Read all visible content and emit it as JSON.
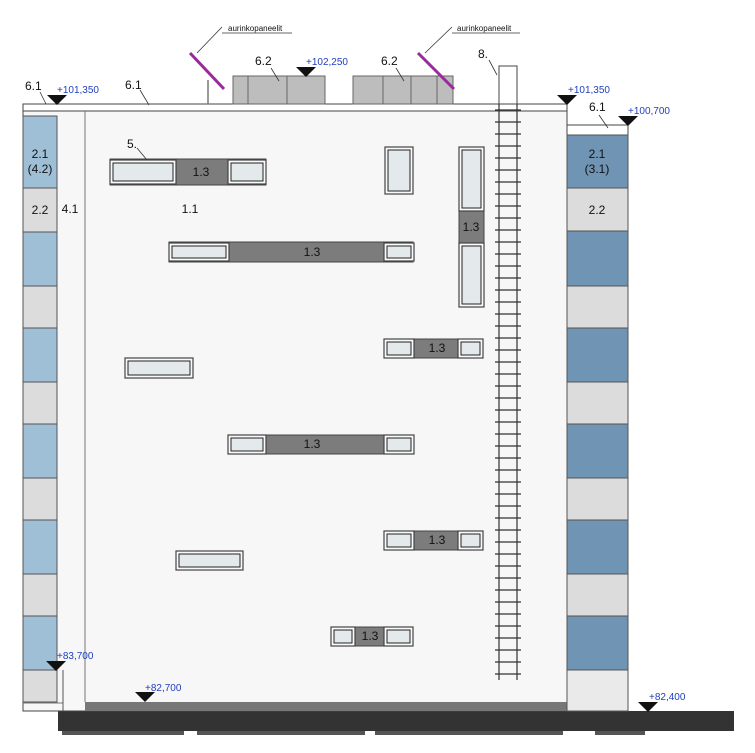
{
  "labels": {
    "main_wall": "1.1",
    "window_band": "1.3",
    "side_top": "2.1",
    "side_top_left_sub": "(4.2)",
    "side_top_right_sub": "(3.1)",
    "side_band": "2.2",
    "corner_strip": "4.1",
    "window_ref": "5.",
    "roof_edge": "6.1",
    "roof_unit": "6.2",
    "ladder": "8.",
    "solar_panels": "aurinkopaneelit"
  },
  "elevations": {
    "roof_left": "+101,350",
    "roof_unit_top": "+102,250",
    "roof_right": "+101,350",
    "right_parapet": "+100,700",
    "left_base": "+83,700",
    "ground": "+82,700",
    "right_ground": "+82,400"
  },
  "colors": {
    "facade": "#f7f7f7",
    "window_band": "#7c7c7c",
    "side_light": "#dcdcdc",
    "side_blue_left": "#9fbfd6",
    "side_blue_right": "#6f94b4",
    "ground": "#333333",
    "elevation_text": "#1f3fbf",
    "solar_panel_line": "#9a2a9a"
  }
}
